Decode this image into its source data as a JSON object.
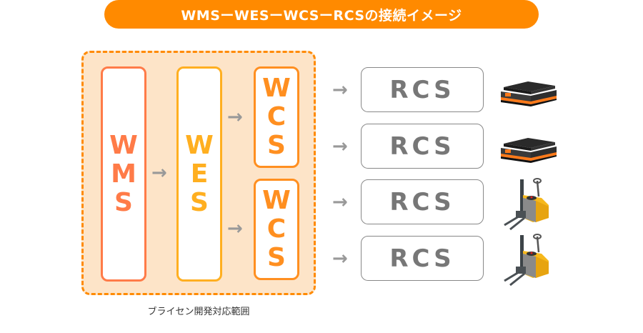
{
  "title": "WMSーWESーWCSーRCSの接続イメージ",
  "scope_label": "ブライセン開発対応範囲",
  "colors": {
    "title_bg": "#ff8a00",
    "scope_bg": "#fde4c8",
    "scope_border": "#ff8a00",
    "wms": "#ff7b48",
    "wes": "#ffaf20",
    "wcs": "#ff8f20",
    "rcs_text": "#777777",
    "arrow": "#999999"
  },
  "systems": {
    "wms": {
      "letters": [
        "W",
        "M",
        "S"
      ]
    },
    "wes": {
      "letters": [
        "W",
        "E",
        "S"
      ]
    },
    "wcs": [
      {
        "letters": [
          "W",
          "C",
          "S"
        ]
      },
      {
        "letters": [
          "W",
          "C",
          "S"
        ]
      }
    ],
    "rcs": [
      {
        "label": "RCS",
        "device": "agv-robot"
      },
      {
        "label": "RCS",
        "device": "agv-robot"
      },
      {
        "label": "RCS",
        "device": "forklift"
      },
      {
        "label": "RCS",
        "device": "forklift"
      }
    ]
  },
  "arrow_glyph": "→"
}
